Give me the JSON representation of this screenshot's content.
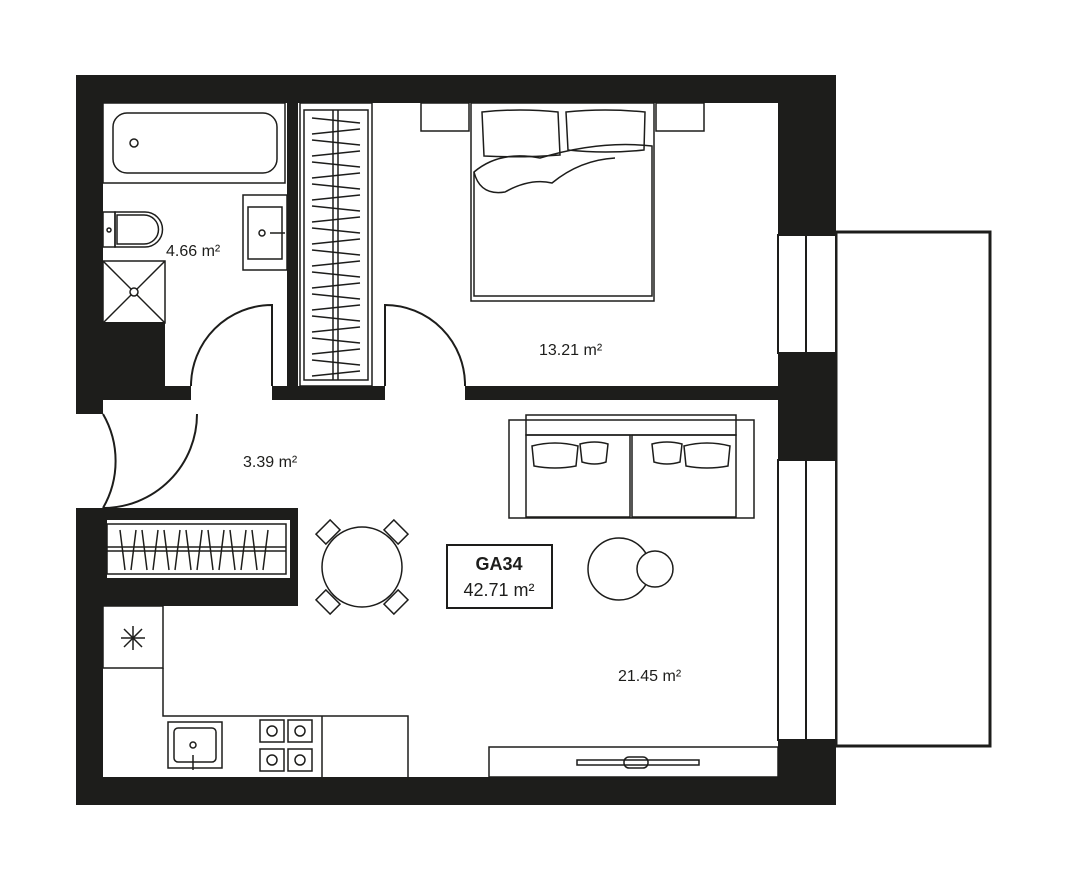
{
  "unit": {
    "code": "GA34",
    "total_area": "42.71 m²"
  },
  "rooms": {
    "bathroom": "4.66 m²",
    "bedroom": "13.21 m²",
    "hall": "3.39 m²",
    "living": "21.45 m²"
  },
  "colors": {
    "wall": "#1d1d1b",
    "background": "#ffffff"
  }
}
